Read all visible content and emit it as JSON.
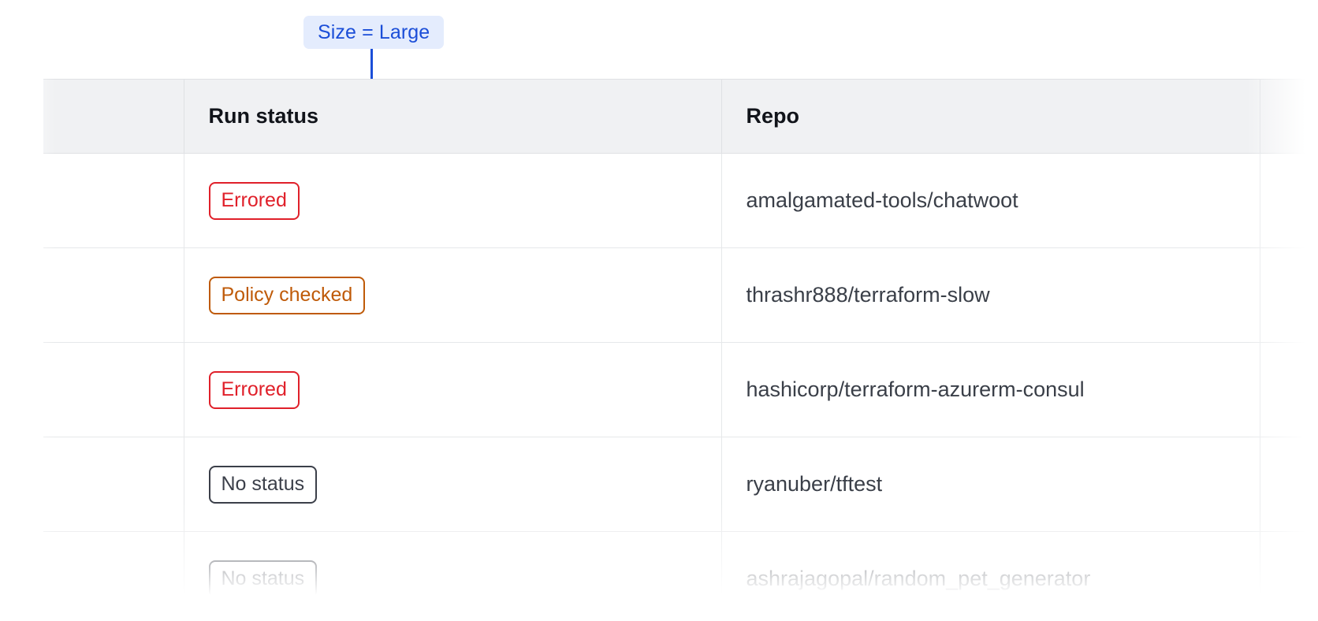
{
  "callout": {
    "label": "Size = Large",
    "accent_color": "#1b4ed8",
    "background_color": "#e4ecfd"
  },
  "table": {
    "header_background": "#f0f1f3",
    "columns": [
      {
        "key": "select",
        "label": ""
      },
      {
        "key": "run_status",
        "label": "Run status"
      },
      {
        "key": "repo",
        "label": "Repo"
      },
      {
        "key": "tail",
        "label": ""
      }
    ],
    "rows": [
      {
        "status": "Errored",
        "status_variant": "errored",
        "repo": "amalgamated-tools/chatwoot"
      },
      {
        "status": "Policy checked",
        "status_variant": "policy",
        "repo": "thrashr888/terraform-slow"
      },
      {
        "status": "Errored",
        "status_variant": "errored",
        "repo": "hashicorp/terraform-azurerm-consul"
      },
      {
        "status": "No status",
        "status_variant": "none",
        "repo": "ryanuber/tftest"
      },
      {
        "status": "No status",
        "status_variant": "none",
        "repo": "ashrajagopal/random_pet_generator"
      }
    ],
    "status_colors": {
      "errored": "#e0202a",
      "policy": "#bf5a08",
      "none": "#3b3f49"
    }
  }
}
